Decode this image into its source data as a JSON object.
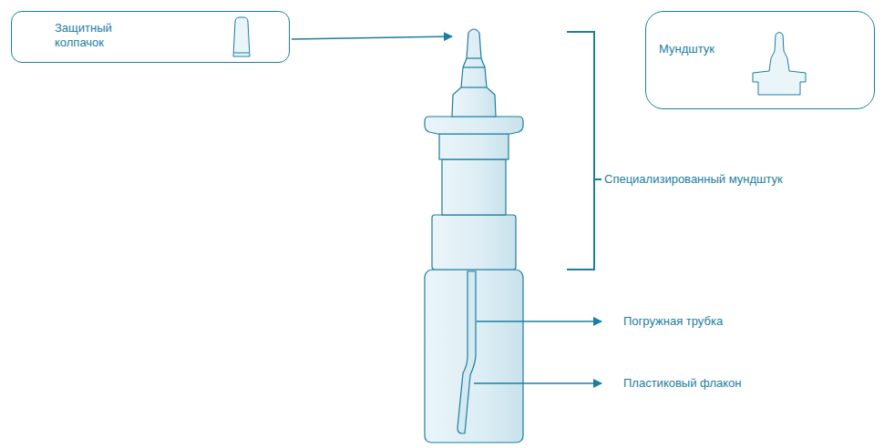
{
  "diagram": {
    "nodes": [
      {
        "text": [
          "Защитный колпачок"
        ]
      },
      {
        "text": [
          "Мундштук"
        ]
      }
    ],
    "labels": [
      "Специализированный мундштук",
      "Погружная трубка",
      "Пластиковый флакон"
    ]
  }
}
